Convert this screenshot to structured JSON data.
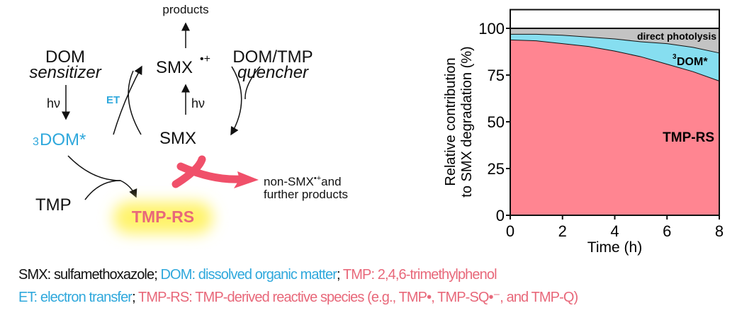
{
  "colors": {
    "blue": "#2fa8dc",
    "pink": "#e8687a",
    "red_arrow": "#f0506a",
    "glow": "#fff36a",
    "tmp_rs_fill": "#ff8591",
    "dom_fill": "#86def0",
    "direct_fill": "#c3c3c3"
  },
  "scheme": {
    "products": "products",
    "dom": "DOM",
    "sensitizer": "sensitizer",
    "hv_left": "hν",
    "dom_triplet_sup": "3",
    "dom_triplet": "DOM*",
    "et": "ET",
    "smx_radical": "SMX",
    "smx_radical_sup": "•+",
    "hv_center": "hν",
    "smx": "SMX",
    "quencher_top": "DOM/TMP",
    "quencher": "quencher",
    "tmp": "TMP",
    "tmp_rs": "TMP-RS",
    "non_smx_line1": "non-SMX",
    "non_smx_sup": "•+",
    "non_smx_and": "and",
    "non_smx_line2": "further products"
  },
  "chart_data": {
    "type": "area",
    "stacked": true,
    "xlabel": "Time (h)",
    "ylabel_line1": "Relative contribution",
    "ylabel_line2": "to SMX degradation (%)",
    "xlim": [
      0,
      8
    ],
    "ylim": [
      0,
      110
    ],
    "xticks": [
      "0",
      "2",
      "4",
      "6",
      "8"
    ],
    "yticks": [
      "0",
      "25",
      "50",
      "75",
      "100"
    ],
    "x": [
      0,
      1,
      2,
      3,
      4,
      5,
      6,
      7,
      8
    ],
    "series": [
      {
        "name": "TMP-RS",
        "values": [
          94,
          93.5,
          92,
          90.5,
          88,
          85,
          81,
          77,
          72
        ]
      },
      {
        "name": "3DOM*",
        "values": [
          3,
          3.5,
          4.5,
          5,
          6.5,
          8,
          11,
          13,
          15
        ]
      },
      {
        "name": "direct photolysis",
        "values": [
          3,
          3,
          3.5,
          4.5,
          5.5,
          7,
          8,
          10,
          13
        ]
      }
    ],
    "labels": {
      "direct": "direct photolysis",
      "dom_sup": "3",
      "dom": "DOM*",
      "tmp_rs": "TMP-RS"
    }
  },
  "legend": {
    "line1": [
      {
        "text": "SMX: sulfamethoxazole; ",
        "color": "k"
      },
      {
        "text": "DOM: dissolved organic matter",
        "color": "b"
      },
      {
        "text": "; ",
        "color": "k"
      },
      {
        "text": "TMP: 2,4,6-trimethylphenol",
        "color": "p"
      }
    ],
    "line2": [
      {
        "text": "ET: electron transfer",
        "color": "b"
      },
      {
        "text": "; ",
        "color": "k"
      },
      {
        "text": "TMP-RS: TMP-derived reactive species (e.g., TMP•, TMP-SQ•⁻, and TMP-Q)",
        "color": "p"
      }
    ]
  }
}
